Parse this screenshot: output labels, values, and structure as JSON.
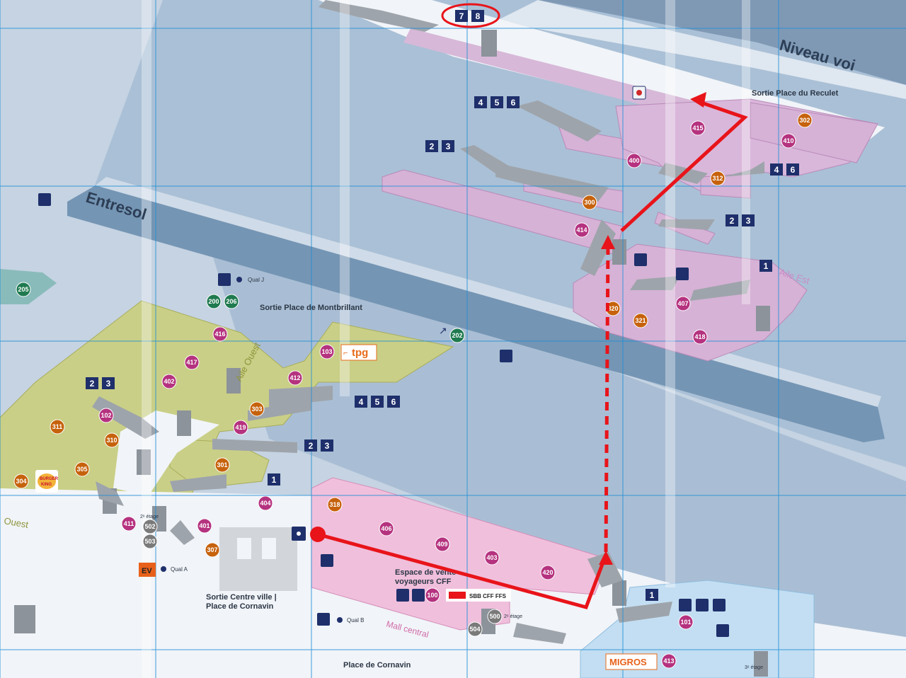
{
  "levels": {
    "track_level": "Niveau voi",
    "mezzanine": "Entresol"
  },
  "wings": {
    "west": "Aile Ouest",
    "east": "Aile Est",
    "west_edge": "Ouest",
    "mall": "Mall central"
  },
  "exits": {
    "reculet": "Sortie Place du Reculet",
    "montbrillant": "Sortie Place de Montbrillant",
    "centre_line1": "Sortie Centre ville |",
    "centre_line2": "Place de Cornavin",
    "street_bottom": "Place de Cornavin"
  },
  "quais": {
    "j": "Qual J",
    "a": "Qual A",
    "b": "Qual B"
  },
  "service_center": {
    "line1": "Espace de vente",
    "line2": "voyageurs CFF",
    "number": "100"
  },
  "brands": {
    "tpg": "tpg",
    "sbb": "SBB CFF FFS",
    "migros": "MIGROS",
    "burger_king_top": "BURGER",
    "burger_king_bottom": "KING",
    "ev": "EV"
  },
  "floor_notes": {
    "second_floor": "2ᵉ étage",
    "third_floor": "3ᵉ étage",
    "floor_500": "2ᵉ étage"
  },
  "platforms": {
    "top_78": [
      "7",
      "8"
    ],
    "upper_456": [
      "4",
      "5",
      "6"
    ],
    "upper_23": [
      "2",
      "3"
    ],
    "east_46": [
      "4",
      "6"
    ],
    "east_23": [
      "2",
      "3"
    ],
    "east_1": "1",
    "west_23": [
      "2",
      "3"
    ],
    "mid_456": [
      "4",
      "5",
      "6"
    ],
    "mid_23": [
      "2",
      "3"
    ],
    "mid_1": "1",
    "bottom_1": "1"
  },
  "pois": {
    "p205": "205",
    "p200": "200",
    "p206": "206",
    "p202": "202",
    "p103": "103",
    "p416": "416",
    "p417": "417",
    "p402": "402",
    "p102": "102",
    "p311": "311",
    "p310": "310",
    "p304": "304",
    "p305": "305",
    "p412": "412",
    "p303": "303",
    "p419": "419",
    "p301": "301",
    "p404": "404",
    "p411": "411",
    "p502": "502",
    "p503": "503",
    "p401": "401",
    "p307": "307",
    "p318": "318",
    "p406": "406",
    "p409": "409",
    "p403": "403",
    "p420": "420",
    "p504": "504",
    "p500": "500",
    "p101": "101",
    "p413": "413",
    "p302": "302",
    "p415": "415",
    "p410": "410",
    "p400": "400",
    "p312": "312",
    "p300": "300",
    "p414": "414",
    "p320": "320",
    "p321": "321",
    "p407": "407",
    "p418": "418"
  },
  "colors": {
    "background": "#c5d3e2",
    "mezzanine": "#9fb6cc",
    "track_hall": "#b3c6da",
    "west_shops": "#c9cf86",
    "east_shops": "#dab8d6",
    "mall_shops": "#f0bfdc",
    "migros_area": "#c3def2",
    "walkway": "#f1f4f8",
    "route": "#e8141a",
    "platform_badge": "#1e2f6b",
    "poi_magenta": "#b5327f",
    "poi_orange": "#c6620c",
    "poi_green": "#1f7a4f",
    "poi_gray": "#7a7a7a",
    "grid": "#1e8fd6"
  },
  "icons": [
    "bicycle-icon",
    "bus-icon",
    "elevator-icon",
    "ticket-office-icon",
    "luggage-icon",
    "taxi-icon",
    "toilet-icon",
    "information-icon",
    "parking-icon",
    "arrow-up-right-icon"
  ]
}
